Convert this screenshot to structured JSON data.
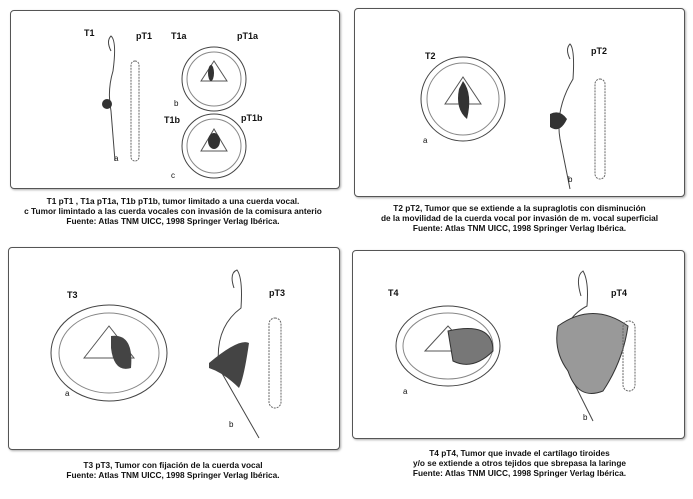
{
  "panels": [
    {
      "labels": {
        "t": "T1",
        "pt": "pT1",
        "ta": "T1a",
        "pta": "pT1a",
        "tb": "T1b",
        "ptb": "pT1b",
        "a": "a",
        "b": "b",
        "c": "c"
      },
      "caption": [
        "T1 pT1 , T1a pT1a, T1b pT1b, tumor limitado a una cuerda vocal.",
        "c Tumor limintado a las cuerda vocales con invasión de la comisura anterio",
        "Fuente: Atlas TNM UICC, 1998 Springer Verlag Ibérica."
      ]
    },
    {
      "labels": {
        "t": "T2",
        "pt": "pT2",
        "a": "a",
        "b": "b"
      },
      "caption": [
        "T2 pT2, Tumor que se extiende a la supraglotis con disminución",
        "de la movilidad de la cuerda vocal por invasión de m. vocal superficial",
        "Fuente: Atlas TNM UICC, 1998 Springer Verlag Ibérica."
      ]
    },
    {
      "labels": {
        "t": "T3",
        "pt": "pT3",
        "a": "a",
        "b": "b"
      },
      "caption": [
        "T3 pT3, Tumor con fijación de la cuerda vocal",
        "Fuente: Atlas TNM UICC, 1998 Springer Verlag Ibérica."
      ]
    },
    {
      "labels": {
        "t": "T4",
        "pt": "pT4",
        "a": "a",
        "b": "b"
      },
      "caption": [
        "T4 pT4, Tumor que invade el cartílago tiroides",
        "y/o se extiende a otros tejidos que sbrepasa la laringe",
        "Fuente: Atlas TNM UICC, 1998 Springer Verlag Ibérica."
      ]
    }
  ]
}
